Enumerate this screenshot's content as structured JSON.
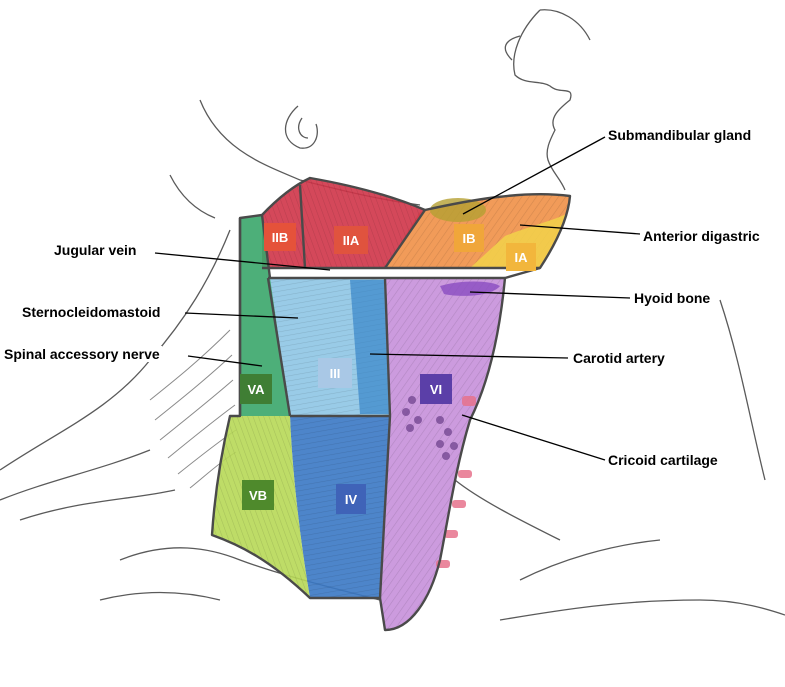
{
  "labels": {
    "submandibular_gland": "Submandibular gland",
    "anterior_digastric": "Anterior digastric",
    "jugular_vein": "Jugular vein",
    "hyoid_bone": "Hyoid bone",
    "sternocleidomastoid": "Sternocleidomastoid",
    "spinal_accessory_nerve": "Spinal accessory nerve",
    "carotid_artery": "Carotid artery",
    "cricoid_cartilage": "Cricoid cartilage"
  },
  "levels": {
    "IIB": {
      "text": "IIB",
      "color": "#e5523a"
    },
    "IIA": {
      "text": "IIA",
      "color": "#e0533e"
    },
    "IB": {
      "text": "IB",
      "color": "#f0a63a"
    },
    "IA": {
      "text": "IA",
      "color": "#f2b63c"
    },
    "III": {
      "text": "III",
      "color": "#a9c8e6"
    },
    "VI": {
      "text": "VI",
      "color": "#5b3fa8"
    },
    "VA": {
      "text": "VA",
      "color": "#3f7e34"
    },
    "VB": {
      "text": "VB",
      "color": "#4f8a2c"
    },
    "IV": {
      "text": "IV",
      "color": "#3f63b8"
    }
  },
  "region_colors": {
    "level_II": "#cf3448",
    "level_I": "#ee8a3c",
    "level_III": "#8ec5e4",
    "level_IV": "#3a78c4",
    "level_V_a": "#3aa66a",
    "level_V_b": "#b7d857",
    "level_VI": "#c38ad8",
    "outline": "#4a4a4a"
  }
}
